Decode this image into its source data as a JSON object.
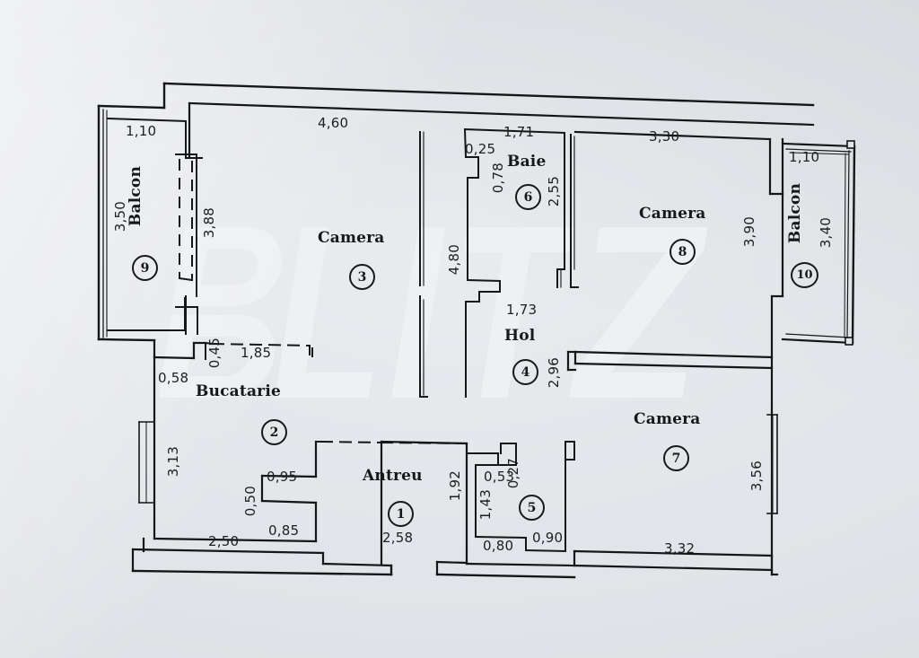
{
  "document": {
    "type": "architectural-floor-plan",
    "language": "ro",
    "background_color": "#e3e5e9",
    "ink_color": "#16181a"
  },
  "watermark": {
    "text": "BLITZ",
    "color": "#f0f1f3",
    "opacity": 0.55
  },
  "rooms": [
    {
      "id": "9",
      "name": "Balcon",
      "number": "9",
      "dims": [
        "1,10",
        "3,50"
      ]
    },
    {
      "id": "3",
      "name": "Camera",
      "number": "3",
      "dims": [
        "4,60",
        "3,88",
        "4,80"
      ]
    },
    {
      "id": "6",
      "name": "Baie",
      "number": "6",
      "dims": [
        "1,71",
        "0,25",
        "0,78",
        "2,55"
      ]
    },
    {
      "id": "8",
      "name": "Camera",
      "number": "8",
      "dims": [
        "3,30",
        "3,90"
      ]
    },
    {
      "id": "10",
      "name": "Balcon",
      "number": "10",
      "dims": [
        "1,10",
        "3,40"
      ]
    },
    {
      "id": "2",
      "name": "Bucatarie",
      "number": "2",
      "dims": [
        "0,58",
        "0,45",
        "1,85",
        "3,13",
        "0,95",
        "0,50",
        "0,85",
        "2,50"
      ]
    },
    {
      "id": "4",
      "name": "Hol",
      "number": "4",
      "dims": [
        "1,73",
        "2,96"
      ]
    },
    {
      "id": "7",
      "name": "Camera",
      "number": "7",
      "dims": [
        "3,56",
        "3,32"
      ]
    },
    {
      "id": "1",
      "name": "Antreu",
      "number": "1",
      "dims": [
        "2,58",
        "1,92"
      ]
    },
    {
      "id": "5",
      "name": "",
      "number": "5",
      "dims": [
        "0,53",
        "0,27",
        "1,43",
        "0,80",
        "0,90"
      ]
    }
  ],
  "labels": {
    "balcon_9": "Balcon",
    "camera_3": "Camera",
    "baie_6": "Baie",
    "camera_8": "Camera",
    "balcon_10": "Balcon",
    "bucatarie_2": "Bucatarie",
    "hol_4": "Hol",
    "camera_7": "Camera",
    "antreu_1": "Antreu"
  },
  "numbers": {
    "n1": "1",
    "n2": "2",
    "n3": "3",
    "n4": "4",
    "n5": "5",
    "n6": "6",
    "n7": "7",
    "n8": "8",
    "n9": "9",
    "n10": "10"
  },
  "dimensions": {
    "d_balcon9_w": "1,10",
    "d_balcon9_h": "3,50",
    "d_camera3_top": "4,60",
    "d_camera3_door": "3,88",
    "d_camera3_right": "4,80",
    "d_baie_top": "1,71",
    "d_baie_025": "0,25",
    "d_baie_078": "0,78",
    "d_baie_255": "2,55",
    "d_camera8_top": "3,30",
    "d_camera8_right": "3,90",
    "d_balcon10_w": "1,10",
    "d_balcon10_h": "3,40",
    "d_kitchen_058": "0,58",
    "d_kitchen_045": "0,45",
    "d_kitchen_185": "1,85",
    "d_kitchen_313": "3,13",
    "d_kitchen_095": "0,95",
    "d_kitchen_050": "0,50",
    "d_kitchen_085": "0,85",
    "d_kitchen_250": "2,50",
    "d_hol_173": "1,73",
    "d_hol_296": "2,96",
    "d_antreu_258": "2,58",
    "d_antreu_192": "1,92",
    "d_r5_053": "0,53",
    "d_r5_027": "0,27",
    "d_r5_143": "1,43",
    "d_r5_080": "0,80",
    "d_r5_090": "0,90",
    "d_camera7_356": "3,56",
    "d_camera7_332": "3,32"
  }
}
